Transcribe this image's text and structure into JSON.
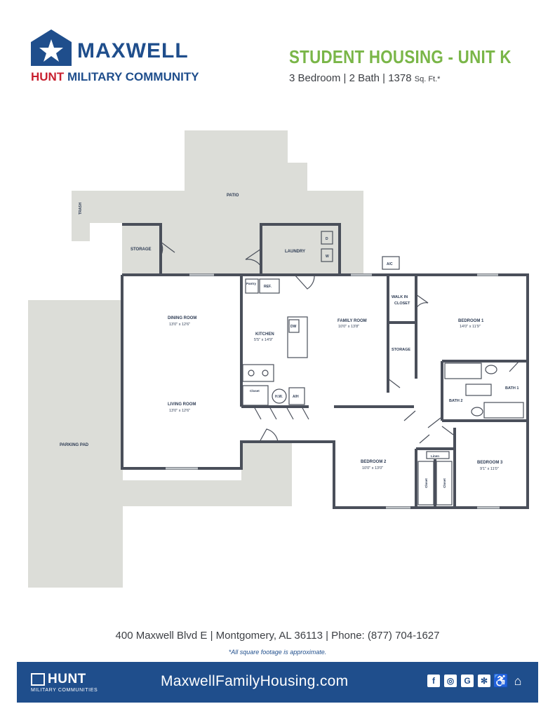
{
  "header": {
    "brand": "MAXWELL",
    "sub_red": "HUNT",
    "sub_blue": "MILITARY COMMUNITY",
    "title": "STUDENT HOUSING - UNIT K",
    "specs_main": "3 Bedroom  |  2 Bath  |  1378",
    "specs_unit": "Sq. Ft.*"
  },
  "rooms": {
    "patio": "PATIO",
    "trash": "TRASH",
    "storage_top": "STORAGE",
    "laundry": "LAUNDRY",
    "laundry_d": "D",
    "laundry_w": "W",
    "ac_outdoor": "A/C",
    "pantry": "Pantry",
    "ref": "REF.",
    "dining": "DINING ROOM",
    "dining_dim": "13'0\" x 12'6\"",
    "kitchen": "KITCHEN",
    "kitchen_dim": "5'5\" x 14'9\"",
    "dw": "DW",
    "family": "FAMILY ROOM",
    "family_dim": "10'0\" x 13'8\"",
    "walkin": "WALK IN",
    "walkin2": "CLOSET",
    "storage_mid": "STORAGE",
    "bedroom1": "BEDROOM 1",
    "bedroom1_dim": "14'0\" x 11'9\"",
    "bath1": "BATH 1",
    "bath2": "BATH 2",
    "closet_k": "Closet",
    "hw": "H.W.",
    "ah": "A/H",
    "living": "LIVING ROOM",
    "living_dim": "13'0\" x 12'6\"",
    "parking": "PARKING PAD",
    "bedroom2": "BEDROOM 2",
    "bedroom2_dim": "10'0\" x 13'0\"",
    "linen": "Linen",
    "closet_a": "Closet",
    "closet_b": "Closet",
    "bedroom3": "BEDROOM 3",
    "bedroom3_dim": "9'1\" x 11'0\""
  },
  "footer": {
    "address": "400 Maxwell Blvd E  |  Montgomery, AL 36113  |  Phone: (877) 704-1627",
    "note": "*All square footage is approximate.",
    "hunt_word": "HUNT",
    "hunt_sub": "MILITARY COMMUNITIES",
    "website": "MaxwellFamilyHousing.com",
    "icons": [
      "f",
      "◎",
      "G",
      "✻",
      "♿",
      "⌂"
    ]
  },
  "colors": {
    "navy": "#1f4e8c",
    "red": "#c8202f",
    "green": "#7ab648",
    "wall": "#4a4f5a",
    "exterior": "#dcddd8"
  }
}
